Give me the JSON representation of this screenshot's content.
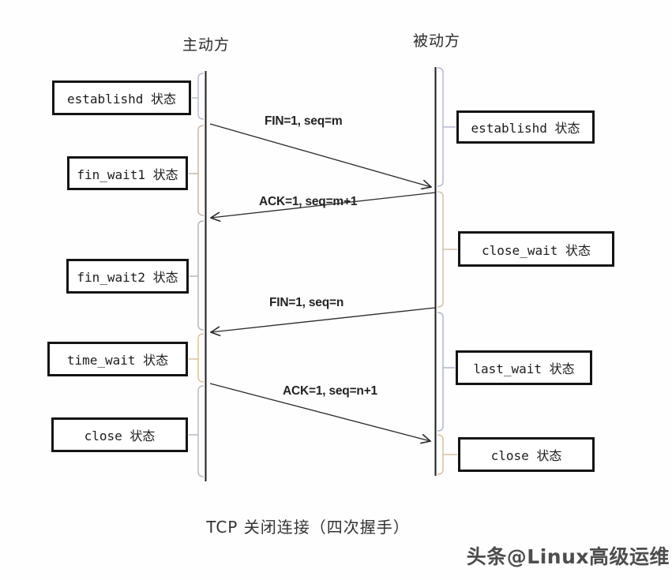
{
  "diagram": {
    "caption": "TCP 关闭连接（四次握手）",
    "watermark": "头条@Linux高级运维",
    "participants": {
      "left": "主动方",
      "right": "被动方"
    },
    "left_states": [
      "establishd 状态",
      "fin_wait1 状态",
      "fin_wait2 状态",
      "time_wait 状态",
      "close 状态"
    ],
    "right_states": [
      "establishd 状态",
      "close_wait 状态",
      "last_wait 状态",
      "close 状态"
    ],
    "messages": [
      {
        "label": "FIN=1, seq=m",
        "from": "主动方",
        "to": "被动方"
      },
      {
        "label": "ACK=1, seq=m+1",
        "from": "被动方",
        "to": "主动方"
      },
      {
        "label": "FIN=1, seq=n",
        "from": "被动方",
        "to": "主动方"
      },
      {
        "label": "ACK=1, seq=n+1",
        "from": "主动方",
        "to": "被动方"
      }
    ],
    "colors": {
      "line": "#2a2a2a",
      "lifeline": "#1c1c1c",
      "bracket_gray": "#b7bac4",
      "bracket_blue": "#b1b8d0",
      "bracket_tan": "#dcc29d"
    }
  }
}
